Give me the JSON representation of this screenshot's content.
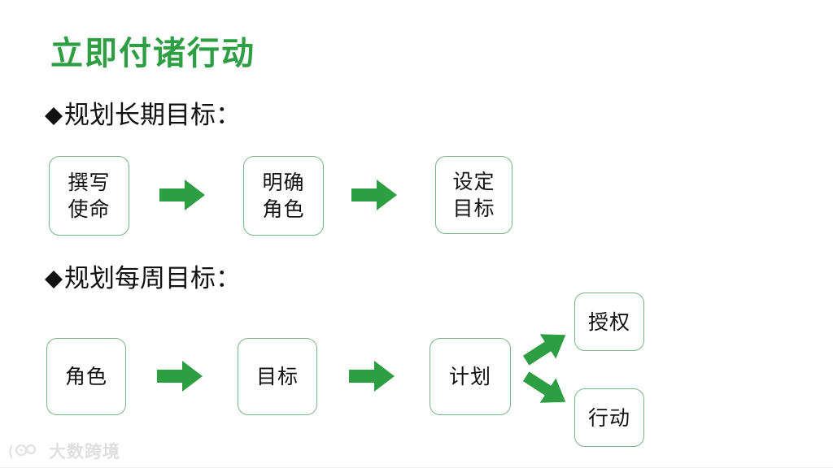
{
  "slide": {
    "title": "立即付诸行动",
    "title_color": "#2e9e43",
    "background_color": "#ffffff",
    "box_border_color": "#7ab58a",
    "arrow_color": "#2e9e43",
    "text_color": "#111111"
  },
  "sections": [
    {
      "id": "long-term",
      "bullet": "diamond-bullet",
      "heading": "规划长期目标：",
      "flow": [
        {
          "id": "write-mission",
          "lines": [
            "撰写",
            "使命"
          ]
        },
        {
          "id": "clarify-role",
          "lines": [
            "明确",
            "角色"
          ]
        },
        {
          "id": "set-goal",
          "lines": [
            "设定",
            "目标"
          ]
        }
      ]
    },
    {
      "id": "weekly",
      "bullet": "diamond-bullet",
      "heading": "规划每周目标：",
      "flow": [
        {
          "id": "role",
          "lines": [
            "角色"
          ]
        },
        {
          "id": "goal",
          "lines": [
            "目标"
          ]
        },
        {
          "id": "plan",
          "lines": [
            "计划"
          ]
        }
      ],
      "branches": [
        {
          "id": "delegate",
          "lines": [
            "授权"
          ],
          "direction": "up-right"
        },
        {
          "id": "action",
          "lines": [
            "行动"
          ],
          "direction": "down-right"
        }
      ]
    }
  ],
  "arrows": {
    "row1": [
      "arrow-right-icon",
      "arrow-right-icon"
    ],
    "row2": [
      "arrow-right-icon",
      "arrow-right-icon"
    ],
    "branch": [
      "arrow-up-right-icon",
      "arrow-down-right-icon"
    ]
  },
  "watermark": {
    "logo": "dashukuajing-logo-icon",
    "text": "大数跨境"
  }
}
